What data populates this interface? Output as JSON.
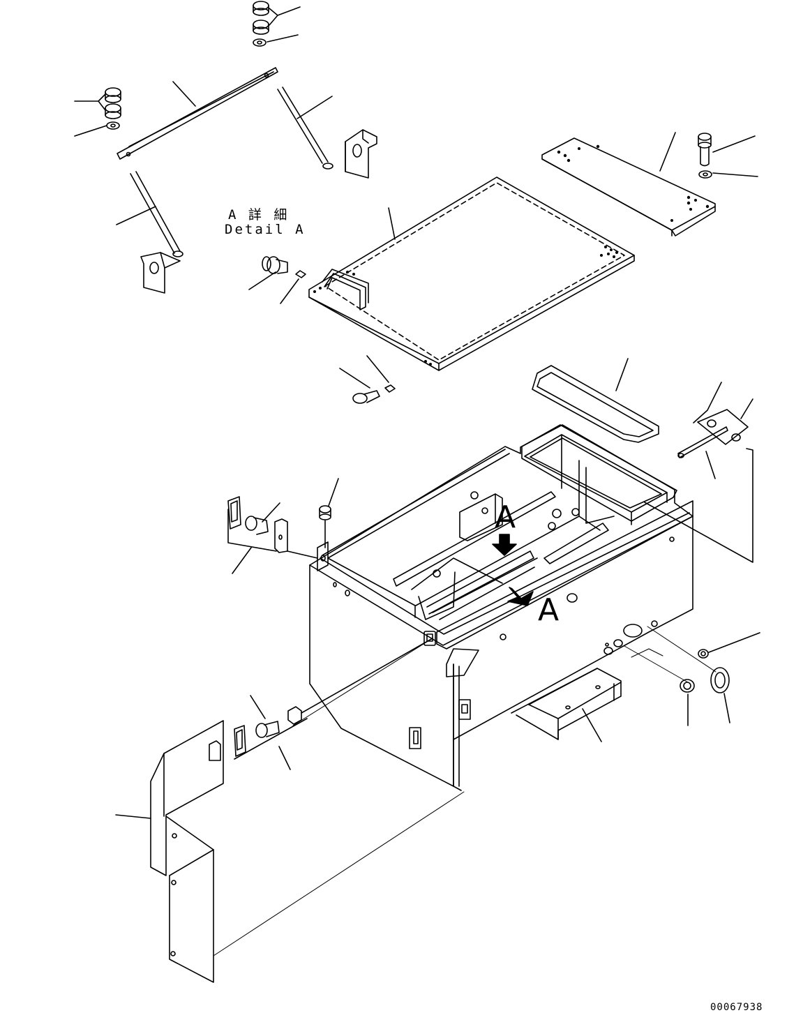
{
  "detail": {
    "title_ja": "A 詳 細",
    "title_en": "Detail A"
  },
  "view_markers": {
    "upper": "A",
    "right": "A"
  },
  "drawing_number": "00067938"
}
